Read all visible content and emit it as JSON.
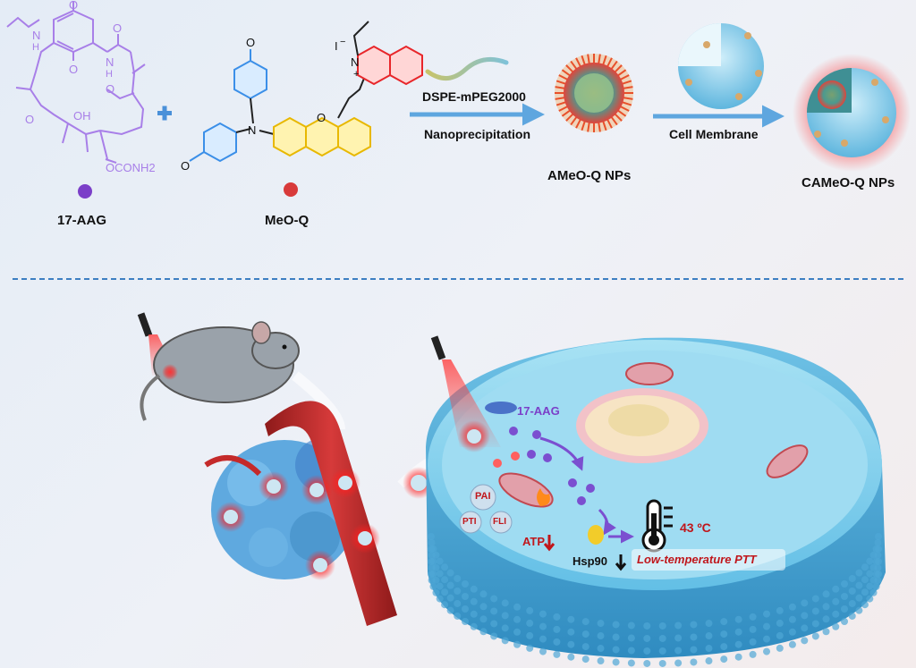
{
  "colors": {
    "compound_17aag": "#a87fe8",
    "compound_meoq_blue": "#3b8fe8",
    "compound_meoq_yellow": "#f2cc2a",
    "compound_meoq_red": "#e8262a",
    "arrow": "#5ea6df",
    "divider": "#3d7fc2",
    "cell": "#8fd0ec",
    "tumor": "#5fa9df",
    "vessel": "#c42a2a",
    "nir_glow": "#ff2020",
    "warning_text": "#c0161b"
  },
  "synthesis": {
    "compound_a": {
      "name": "17-AAG",
      "groups": [
        "N",
        "H",
        "O",
        "O",
        "N",
        "H",
        "O",
        "O",
        "OH",
        "O",
        "OCONH2"
      ],
      "dot_color": "#7b3fc8"
    },
    "plus_sign": "+",
    "compound_b": {
      "name": "MeO-Q",
      "groups": [
        "O",
        "O",
        "N",
        "O",
        "N",
        "+",
        "I",
        "−"
      ],
      "dot_color": "#d83a3a"
    },
    "step1": {
      "reagent": "DSPE-mPEG2000",
      "method": "Nanoprecipitation"
    },
    "product1": "AMeO-Q NPs",
    "step2": {
      "reagent": "Cell Membrane"
    },
    "product2": "CAMeO-Q NPs"
  },
  "mechanism": {
    "drug_release": "17-AAG",
    "imaging_modes": [
      "PAI",
      "FLI",
      "PTI"
    ],
    "atp": "ATP",
    "hsp90": "Hsp90",
    "temperature": "43 ºC",
    "therapy": "Low-temperature PTT"
  },
  "icons": [
    "laser-icon",
    "mouse-icon",
    "thermometer-icon",
    "mitochondrion-icon",
    "nanoparticle-icon",
    "flame-icon",
    "down-arrow-icon"
  ]
}
